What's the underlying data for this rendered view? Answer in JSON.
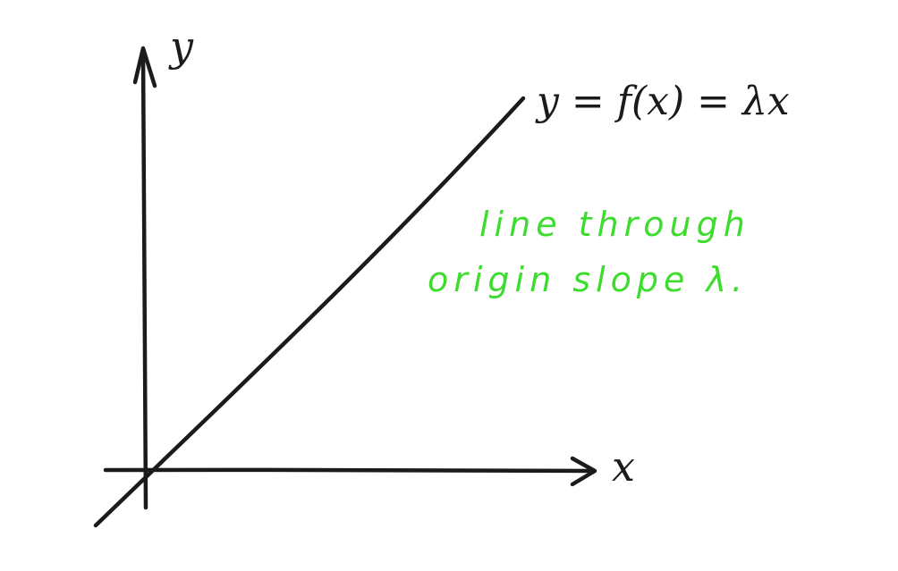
{
  "labels": {
    "y_axis": "y",
    "x_axis": "x",
    "equation": "y = f(x) = λx",
    "note_line1": "line through",
    "note_line2": "origin slope λ."
  },
  "colors": {
    "ink": "#1b1b1b",
    "note": "#3ddc2e",
    "background": "#ffffff"
  }
}
